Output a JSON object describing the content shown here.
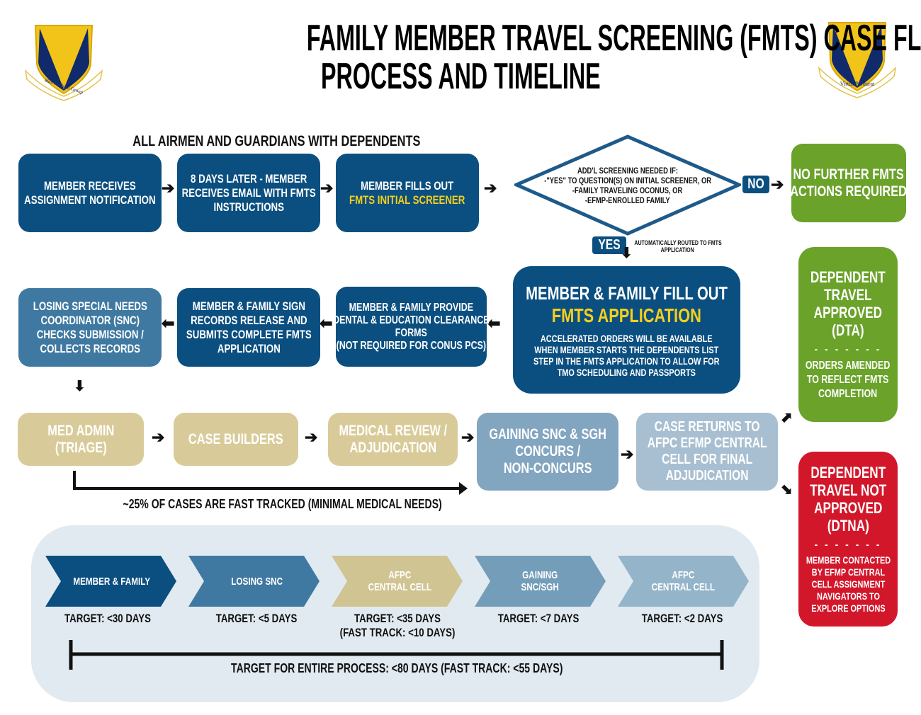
{
  "header": {
    "title_line1": "Family Member Travel Screening (FMTS) Case Flow",
    "title_line2": "Process and Timeline",
    "left_logo": {
      "icon": "shield-emblem-icon",
      "banner_text": "86th Medical Group"
    },
    "right_logo": {
      "icon": "shield-emblem-icon",
      "banner_text": "Virtus Perdurat"
    },
    "colors": {
      "shield_navy": "#102a6b",
      "shield_gold": "#f2c41a"
    }
  },
  "flow": {
    "section_label": "All Airmen and Guardians with Dependents",
    "row1": [
      {
        "lines": [
          "Member receives",
          "assignment notification"
        ]
      },
      {
        "lines": [
          "8 days later - member",
          "receives email with FMTS",
          "instructions"
        ]
      },
      {
        "lines": [
          "Member fills out"
        ],
        "highlight": "FMTS Initial Screener"
      }
    ],
    "decision": {
      "lines": [
        "Add'l screening needed if:",
        "-\"Yes\" to question(s) on initial screener, OR",
        "-Family traveling OCONUS, OR",
        "-EFMP-enrolled family"
      ],
      "no_label": "NO",
      "yes_label": "YES",
      "yes_note_lines": [
        "Automatically routed to FMTS",
        "application"
      ]
    },
    "no_outcome": {
      "lines": [
        "No further FMTS",
        "actions required"
      ]
    },
    "application": {
      "title": "Member & Family fill out",
      "highlight": "FMTS Application",
      "note_lines": [
        "Accelerated orders will be available",
        "when member starts the dependents list",
        "step in the FMTS application to allow for",
        "TMO scheduling and passports"
      ]
    },
    "row2": [
      {
        "lines": [
          "Member & Family provide",
          "dental & education clearance",
          "forms",
          "(Not required for CONUS PCS)"
        ]
      },
      {
        "lines": [
          "Member & Family sign",
          "records release and",
          "submits complete FMTS",
          "application"
        ]
      },
      {
        "lines": [
          "Losing Special Needs",
          "Coordinator (SNC)",
          "checks submission /",
          "collects records"
        ]
      }
    ],
    "row3": [
      {
        "lines": [
          "Med Admin",
          "(Triage)"
        ]
      },
      {
        "lines": [
          "Case Builders"
        ]
      },
      {
        "lines": [
          "Medical Review /",
          "Adjudication"
        ]
      },
      {
        "lines": [
          "Gaining SNC & SGH",
          "concurs /",
          "non-concurs"
        ]
      },
      {
        "lines": [
          "Case returns to",
          "AFPC EFMP Central",
          "Cell for final",
          "adjudication"
        ]
      }
    ],
    "fast_track_note": "~25% of cases are fast tracked (minimal medical needs)",
    "dta": {
      "title_lines": [
        "Dependent",
        "Travel",
        "Approved",
        "(DTA)"
      ],
      "divider": "- - - - - - -",
      "note_lines": [
        "Orders amended",
        "to reflect FMTS",
        "completion"
      ]
    },
    "dtna": {
      "title_lines": [
        "Dependent",
        "Travel Not",
        "Approved",
        "(DTNA)"
      ],
      "divider": "- - - - - - -",
      "note_lines": [
        "Member contacted",
        "by EFMP Central",
        "Cell assignment",
        "navigators to",
        "explore options"
      ]
    }
  },
  "timeline": {
    "stages": [
      {
        "lines": [
          "Member & Family"
        ],
        "target_lines": [
          "Target: <30 Days"
        ],
        "color": "#0b4f80"
      },
      {
        "lines": [
          "Losing SNC"
        ],
        "target_lines": [
          "Target: <5 Days"
        ],
        "color": "#3f79a1"
      },
      {
        "lines": [
          "AFPC",
          "Central Cell"
        ],
        "target_lines": [
          "Target: <35 Days",
          "(Fast Track: <10 Days)"
        ],
        "color": "#d1c493"
      },
      {
        "lines": [
          "Gaining",
          "SNC/SGH"
        ],
        "target_lines": [
          "Target: <7 Days"
        ],
        "color": "#749db9"
      },
      {
        "lines": [
          "AFPC",
          "Central Cell"
        ],
        "target_lines": [
          "Target: <2 Days"
        ],
        "color": "#94b4c9"
      }
    ],
    "total": "Target for entire process: <80 days (Fast Track: <55 days)"
  }
}
